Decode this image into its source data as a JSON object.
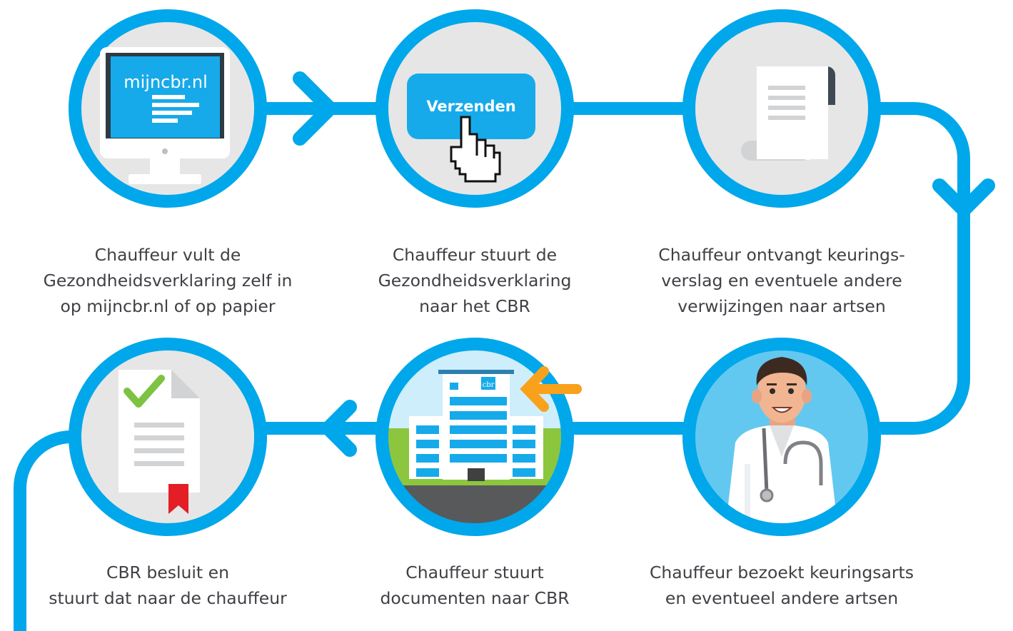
{
  "colors": {
    "accent_blue": "#00a7ea",
    "circle_fill": "#e6e6e6",
    "text": "#3f4045",
    "check_green": "#7dc242",
    "ribbon_red": "#e31e24",
    "arrow_orange": "#f9a11b",
    "grass_green": "#8cc63f",
    "sky_blue": "#cdeefa",
    "road_gray": "#58595b"
  },
  "icons": {
    "monitor": "monitor-icon",
    "send_button": "send-button-icon",
    "pointer_hand": "pointer-hand-icon",
    "scroll": "scroll-document-icon",
    "doctor": "doctor-icon",
    "building": "building-icon",
    "certificate": "approved-certificate-icon",
    "flow_arrows": "chevron-icon"
  },
  "illustrations": {
    "monitor_url": "mijncbr.nl",
    "send_button_label": "Verzenden",
    "building_sign": "cbr"
  },
  "steps": [
    {
      "lines": [
        "Chauffeur vult de",
        "Gezondheidsverklaring zelf in",
        "op mijncbr.nl of op papier"
      ]
    },
    {
      "lines": [
        "Chauffeur stuurt de",
        "Gezondheidsverklaring",
        "naar het CBR"
      ]
    },
    {
      "lines": [
        "Chauffeur ontvangt keurings-",
        "verslag en eventuele andere",
        "verwijzingen naar artsen"
      ]
    },
    {
      "lines": [
        "Chauffeur bezoekt keuringsarts",
        "en eventueel andere artsen"
      ]
    },
    {
      "lines": [
        "Chauffeur stuurt",
        "documenten naar CBR"
      ]
    },
    {
      "lines": [
        "CBR besluit en",
        "stuurt dat naar de chauffeur"
      ]
    }
  ]
}
